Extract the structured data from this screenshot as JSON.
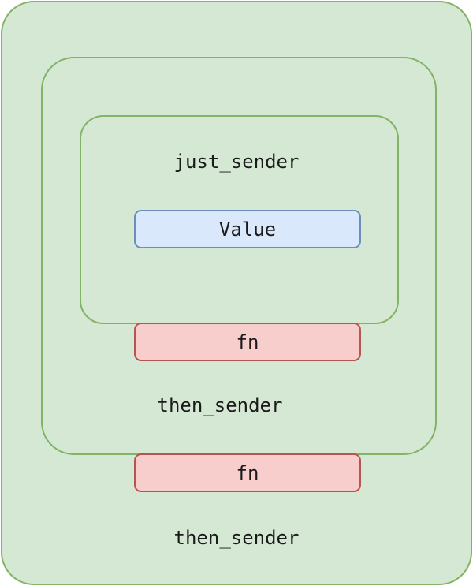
{
  "diagram": {
    "type": "nested-box-diagram",
    "title": "then_sender composition",
    "background_color": "#ffffff",
    "palette": {
      "sender_fill": "#d5e8d4",
      "sender_stroke": "#82b366",
      "value_fill": "#dae8fc",
      "value_stroke": "#6c8ebf",
      "fn_fill": "#f8cecc",
      "fn_stroke": "#b85450",
      "text_color": "#1a1a1a"
    },
    "nodes": {
      "outer_sender": {
        "label": "then_sender",
        "kind": "sender",
        "depth": 0
      },
      "middle_sender": {
        "label": "then_sender",
        "kind": "sender",
        "depth": 1
      },
      "inner_sender": {
        "label": "just_sender",
        "kind": "sender",
        "depth": 2
      },
      "value": {
        "label": "Value",
        "kind": "value",
        "depth": 3
      },
      "fn_inner": {
        "label": "fn",
        "kind": "function",
        "depth": 2
      },
      "fn_outer": {
        "label": "fn",
        "kind": "function",
        "depth": 1
      }
    }
  }
}
